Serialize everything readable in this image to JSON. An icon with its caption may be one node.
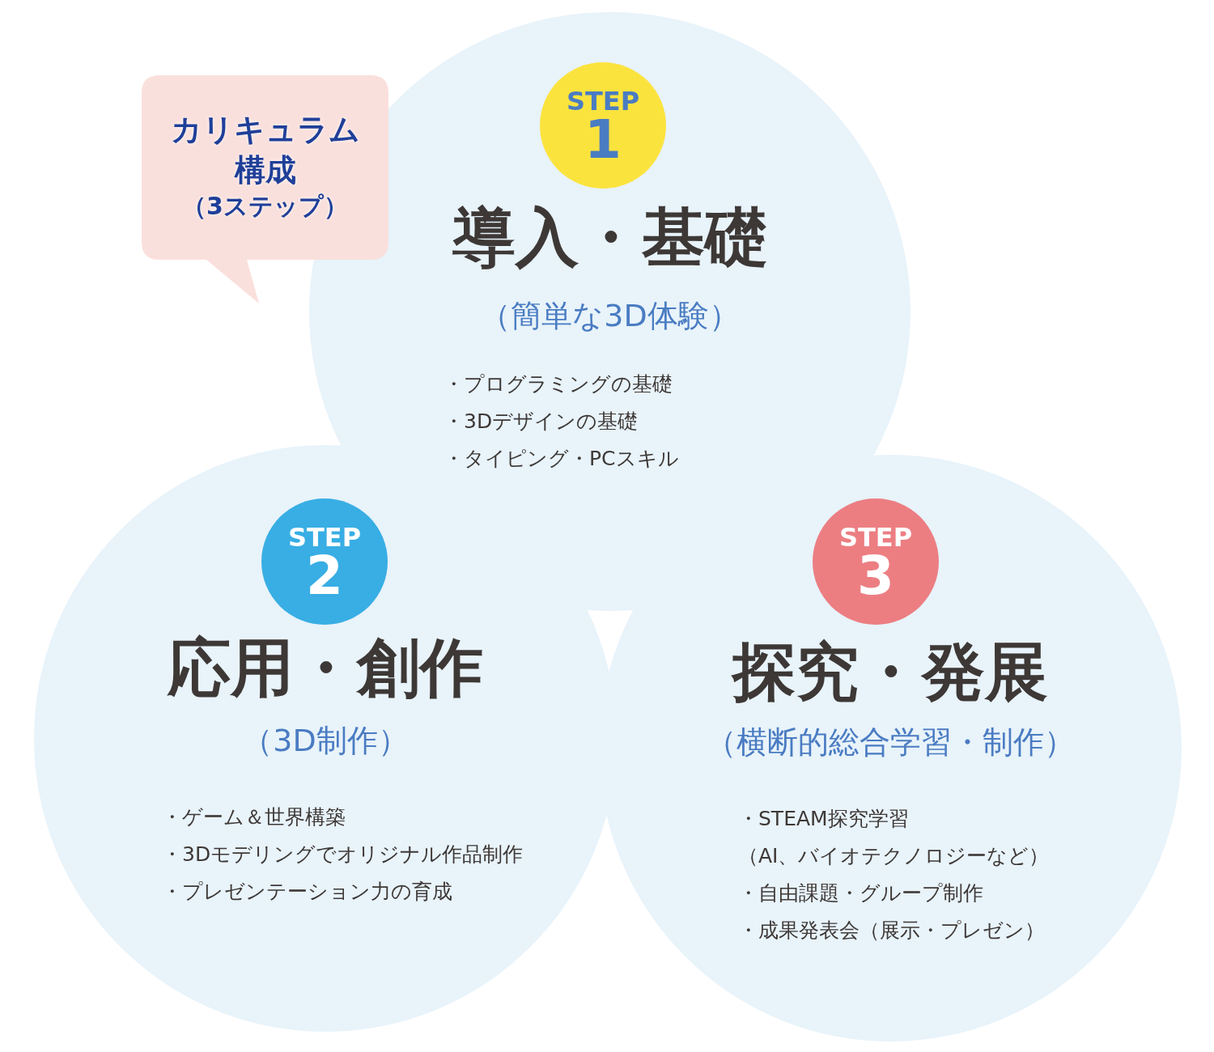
{
  "diagram": {
    "nodes": [
      {
        "text": [
          "カリキュラム構成",
          "（3ステップ）"
        ]
      },
      {
        "text": [
          "導入・基礎",
          "（簡単な3D体験）",
          "・プログラミングの基礎",
          "・3Dデザインの基礎",
          "・タイピング・PCスキル"
        ]
      },
      {
        "text": [
          "STEP",
          "1"
        ],
        "in": 1
      },
      {
        "text": [
          "応用・創作",
          "（3D制作）",
          "・ゲーム＆世界構築",
          "・3Dモデリングでオリジナル作品制作",
          "・プレゼンテーション力の育成"
        ]
      },
      {
        "text": [
          "STEP",
          "2"
        ],
        "in": 3
      },
      {
        "text": [
          "探究・発展",
          "（横断的総合学習・制作）",
          "・STEAM探究学習",
          "（AI、バイオテクノロジーなど）",
          "・自由課題・グループ制作",
          "・成果発表会（展示・プレゼン）"
        ]
      },
      {
        "text": [
          "STEP",
          "3"
        ],
        "in": 5
      }
    ]
  }
}
